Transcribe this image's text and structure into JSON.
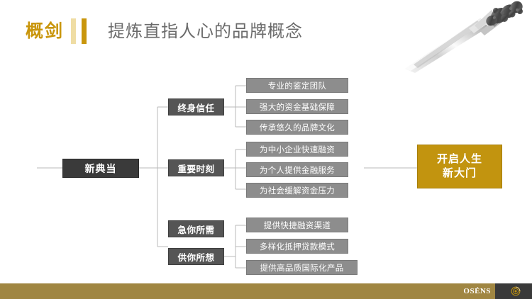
{
  "header": {
    "brand": "概剑",
    "divider_left_icon": "vertical-bar-light",
    "divider_right_icon": "vertical-bar-gold",
    "title": "提炼直指人心的品牌概念",
    "decoration_icon": "sword-image"
  },
  "colors": {
    "gold_accent": "#c9960c",
    "gold_pale": "#efdda4",
    "goal_box": "#c2940f",
    "root_box": "#3a3a3a",
    "level2_box": "#555555",
    "level3_box": "#8d8d8d",
    "title_text": "#6b6b6b",
    "footer_bar": "#a08642",
    "footer_block": "#3a3a3a",
    "connector_line": "#b8b8b8"
  },
  "diagram": {
    "type": "tree",
    "root": {
      "label": "新典当"
    },
    "branches": [
      {
        "label": "终身信任",
        "children": [
          {
            "label": "专业的鉴定团队"
          },
          {
            "label": "强大的资金基础保障"
          },
          {
            "label": "传承悠久的品牌文化"
          }
        ]
      },
      {
        "label": "重要时刻",
        "children": [
          {
            "label": "为中小企业快速融资"
          },
          {
            "label": "为个人提供金融服务"
          },
          {
            "label": "为社会缓解资金压力"
          }
        ]
      },
      {
        "label": "急你所需",
        "children": []
      },
      {
        "label": "供你所想",
        "children": [
          {
            "label": "提供快捷融资渠道"
          },
          {
            "label": "多样化抵押贷款模式"
          },
          {
            "label": "提供高品质国际化产品"
          }
        ]
      }
    ],
    "goal": {
      "line1": "开启人生",
      "line2": "新大门"
    }
  },
  "footer": {
    "logo_text": "OSÉNS",
    "logo_mark_icon": "spiral-circle-logo"
  }
}
